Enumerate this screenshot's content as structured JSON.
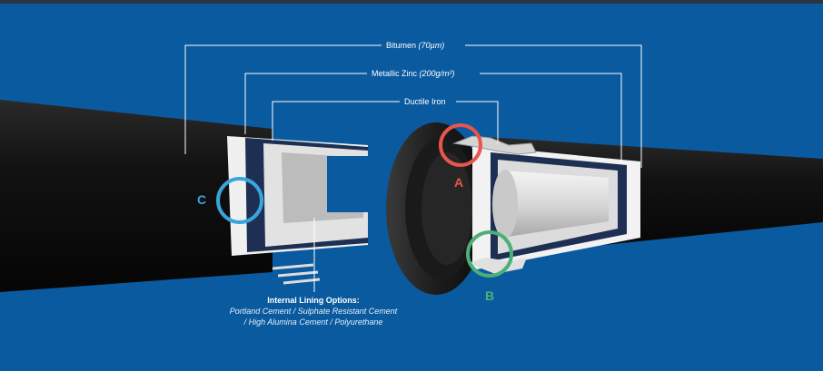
{
  "layers": {
    "bitumen": {
      "name": "Bitumen",
      "spec": "(70µm)"
    },
    "zinc": {
      "name": "Metallic Zinc",
      "spec": "(200g/m²)"
    },
    "iron": {
      "name": "Ductile Iron"
    }
  },
  "markers": {
    "a": {
      "letter": "A",
      "color": "#e8564b"
    },
    "b": {
      "letter": "B",
      "color": "#4caf7a"
    },
    "c": {
      "letter": "C",
      "color": "#38a6dd"
    }
  },
  "lining": {
    "title": "Internal Lining Options:",
    "line1": "Portland Cement / Sulphate Resistant Cement",
    "line2": "/ High Alumina Cement / Polyurethane"
  },
  "colors": {
    "background": "#0a5aa0",
    "pipe": "#111111",
    "lining": "#e8e8e8"
  }
}
